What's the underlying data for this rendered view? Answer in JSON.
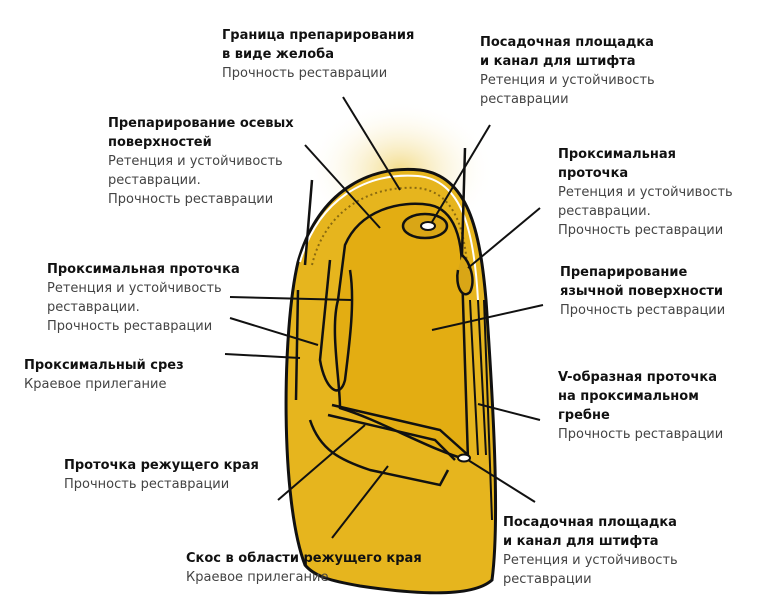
{
  "labels": [
    {
      "id": "gingival-groove",
      "title": [
        "Граница препарирования",
        "в виде желоба"
      ],
      "desc": [
        "Прочность реставрации"
      ]
    },
    {
      "id": "post-seat-top",
      "title": [
        "Посадочная площадка",
        "и канал для штифта"
      ],
      "desc": [
        "Ретенция и устойчивость",
        "реставрации"
      ]
    },
    {
      "id": "axial-prep",
      "title": [
        "Препарирование осевых",
        "поверхностей"
      ],
      "desc": [
        "Ретенция и устойчивость",
        "реставрации.",
        "Прочность реставрации"
      ]
    },
    {
      "id": "proximal-groove-right",
      "title": [
        "Проксимальная",
        "проточка"
      ],
      "desc": [
        "Ретенция и устойчивость",
        "реставрации.",
        "Прочность реставрации"
      ]
    },
    {
      "id": "proximal-groove-left",
      "title": [
        "Проксимальная проточка"
      ],
      "desc": [
        "Ретенция и устойчивость",
        "реставрации.",
        "Прочность реставрации"
      ]
    },
    {
      "id": "lingual-prep",
      "title": [
        "Препарирование",
        "язычной поверхности"
      ],
      "desc": [
        "Прочность реставрации"
      ]
    },
    {
      "id": "proximal-slice",
      "title": [
        "Проксимальный срез"
      ],
      "desc": [
        "Краевое прилегание"
      ]
    },
    {
      "id": "v-groove",
      "title": [
        "V-образная проточка",
        "на проксимальном",
        "гребне"
      ],
      "desc": [
        "Прочность реставрации"
      ]
    },
    {
      "id": "incisal-groove",
      "title": [
        "Проточка режущего края"
      ],
      "desc": [
        "Прочность реставрации"
      ]
    },
    {
      "id": "incisal-bevel",
      "title": [
        "Скос в области режущего края"
      ],
      "desc": [
        "Краевое прилегание"
      ]
    },
    {
      "id": "post-seat-bottom",
      "title": [
        "Посадочная площадка",
        "и канал для штифта"
      ],
      "desc": [
        "Ретенция и устойчивость",
        "реставрации"
      ]
    }
  ],
  "colors": {
    "tooth": "#e6b51e",
    "tooth_light": "#f6e3a0",
    "line": "#111111"
  }
}
